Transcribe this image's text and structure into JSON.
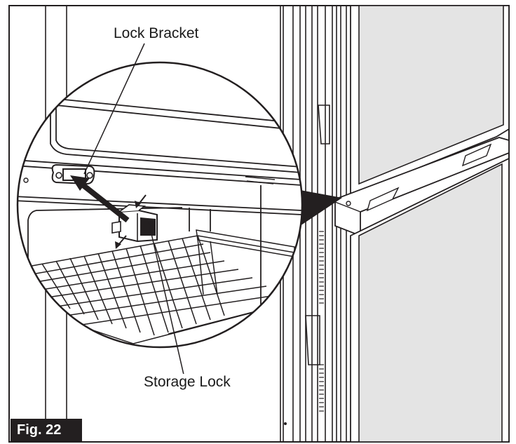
{
  "callouts": {
    "lock_bracket": "Lock Bracket",
    "storage_lock": "Storage Lock"
  },
  "figure_label": "Fig. 22",
  "colors": {
    "line": "#231f20",
    "door_fill": "#e4e4e4",
    "label_background": "#231f20",
    "label_text": "#ffffff"
  }
}
